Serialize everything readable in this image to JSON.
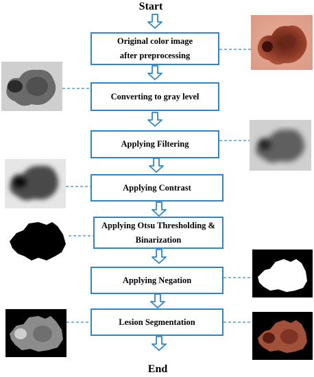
{
  "diagram": {
    "start_label": "Start",
    "end_label": "End",
    "steps": [
      {
        "id": "original",
        "lines": [
          "Original color image",
          "after preprocessing"
        ]
      },
      {
        "id": "gray",
        "lines": [
          "Converting to gray level"
        ]
      },
      {
        "id": "filter",
        "lines": [
          "Applying Filtering"
        ]
      },
      {
        "id": "contrast",
        "lines": [
          "Applying Contrast"
        ]
      },
      {
        "id": "otsu",
        "lines": [
          "Applying Otsu Thresholding &",
          "Binarization"
        ]
      },
      {
        "id": "negation",
        "lines": [
          "Applying Negation"
        ]
      },
      {
        "id": "segmentation",
        "lines": [
          "Lesion Segmentation"
        ]
      }
    ],
    "colors": {
      "box_border": "#2e86c8",
      "arrow": "#2e86c8",
      "connector": "#2e86c8"
    }
  }
}
